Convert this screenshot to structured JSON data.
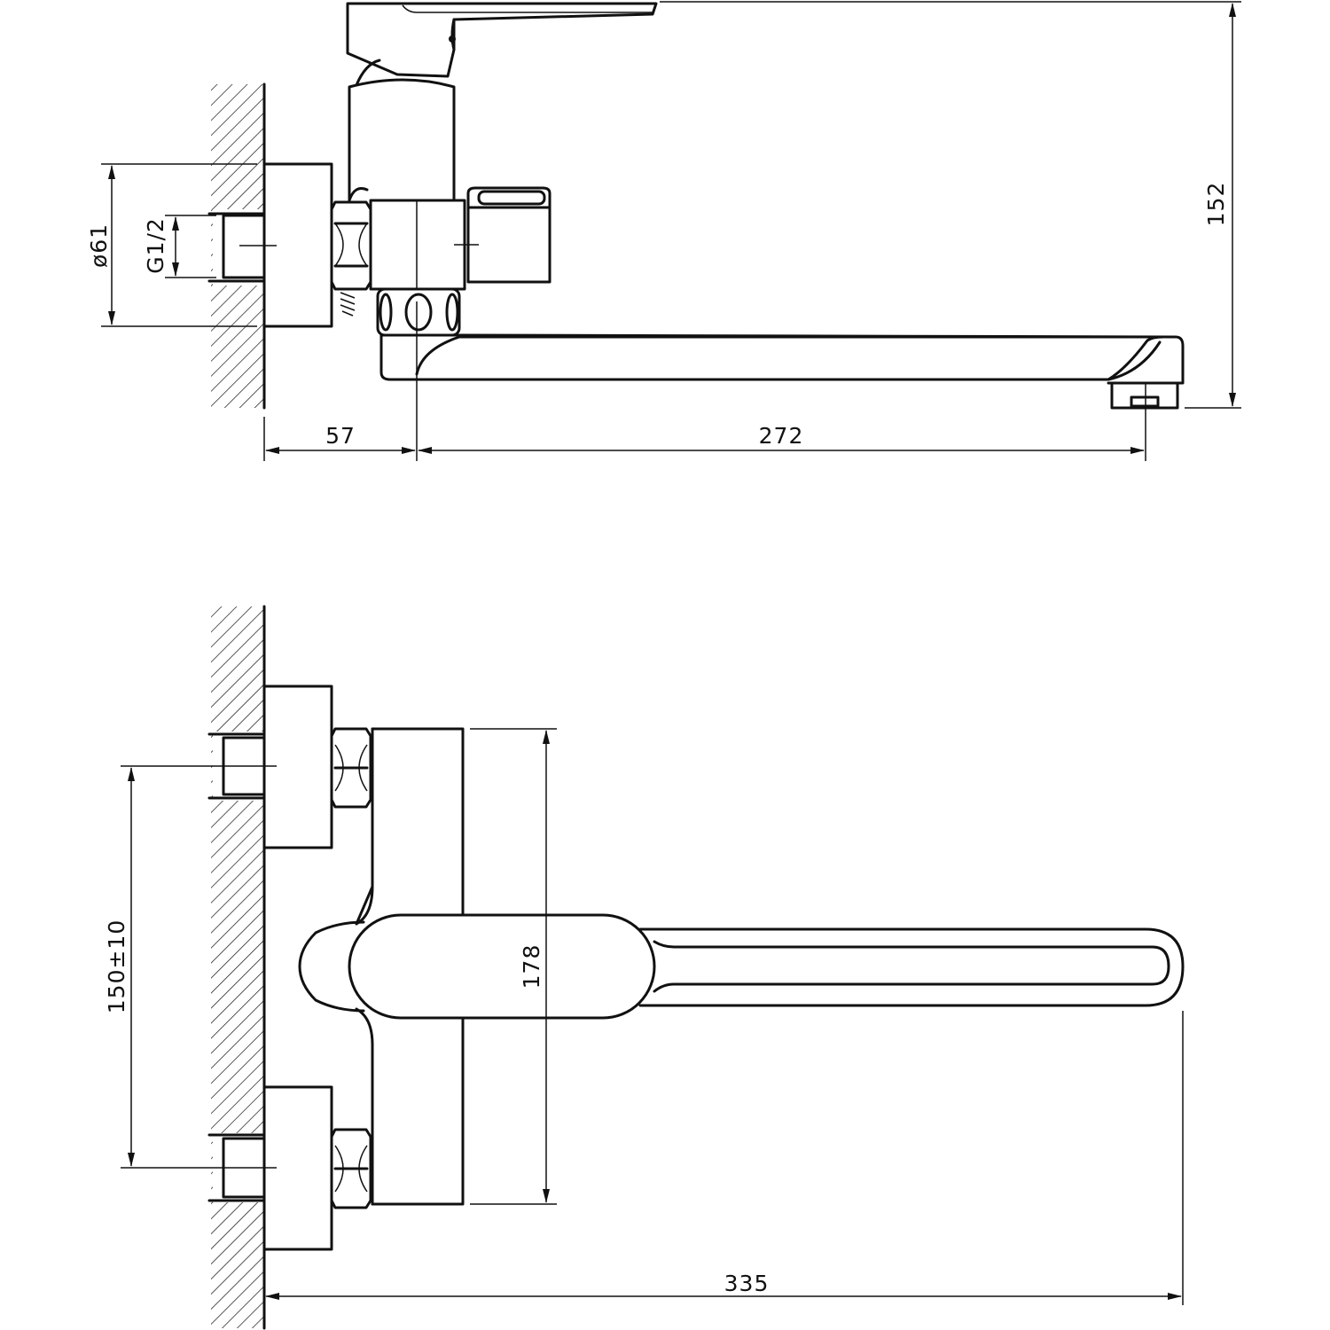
{
  "drawing": {
    "side_view": {
      "dim_spout_reach": "272",
      "dim_wall_to_axis": "57",
      "dim_overall_height": "152",
      "dim_flange_diameter": "ø61",
      "dim_thread": "G1/2"
    },
    "top_view": {
      "dim_total_length": "335",
      "dim_inlet_spacing": "150±10",
      "dim_body_length": "178"
    }
  }
}
